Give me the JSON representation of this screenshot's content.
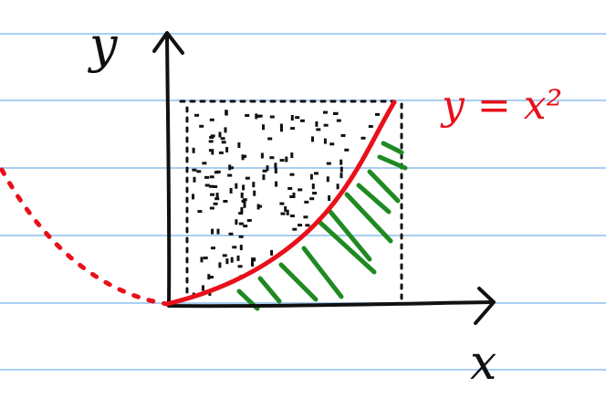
{
  "labels": {
    "y_axis": "y",
    "x_axis": "x",
    "curve": "y = x²"
  },
  "colors": {
    "paper": "#ffffff",
    "ruled_line": "#a9cff3",
    "ink": "#111111",
    "curve": "#e8101a",
    "hatch": "#1f8a22",
    "stipple": "#111111"
  }
}
